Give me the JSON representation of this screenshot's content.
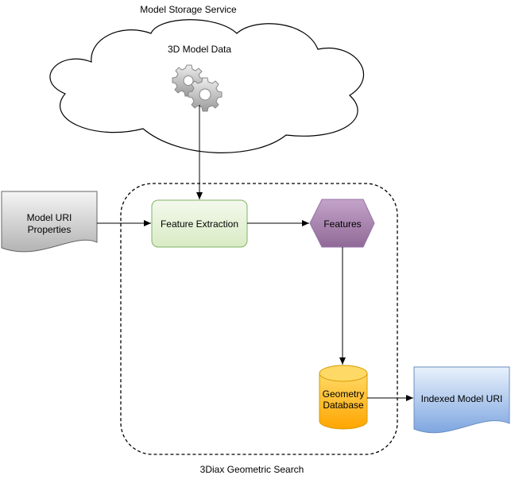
{
  "cloud": {
    "title": "Model Storage Service",
    "subtitle": "3D Model Data",
    "icon": "gears-icon"
  },
  "boundary": {
    "label": "3Diax Geometric Search"
  },
  "nodes": {
    "model_uri": {
      "line1": "Model URI",
      "line2": "Properties"
    },
    "feature_extraction": {
      "label": "Feature Extraction"
    },
    "features": {
      "label": "Features"
    },
    "geometry_db": {
      "line1": "Geometry",
      "line2": "Database"
    },
    "indexed": {
      "label": "Indexed Model URI"
    }
  },
  "colors": {
    "feature_extraction_fill_top": "#f4f9ec",
    "feature_extraction_fill_bottom": "#d8ebc5",
    "feature_extraction_stroke": "#82b366",
    "features_fill_top": "#c4a3c9",
    "features_fill_bottom": "#8f6a97",
    "features_stroke": "#9673a6",
    "db_fill_top": "#ffd966",
    "db_fill_bottom": "#ffa500",
    "db_stroke": "#d79b00",
    "indexed_fill_top": "#e8f1fb",
    "indexed_fill_bottom": "#7ea6e0",
    "indexed_stroke": "#6c8ebf",
    "model_uri_fill_top": "#f5f5f5",
    "model_uri_fill_bottom": "#b3b3b3",
    "model_uri_stroke": "#666666"
  }
}
